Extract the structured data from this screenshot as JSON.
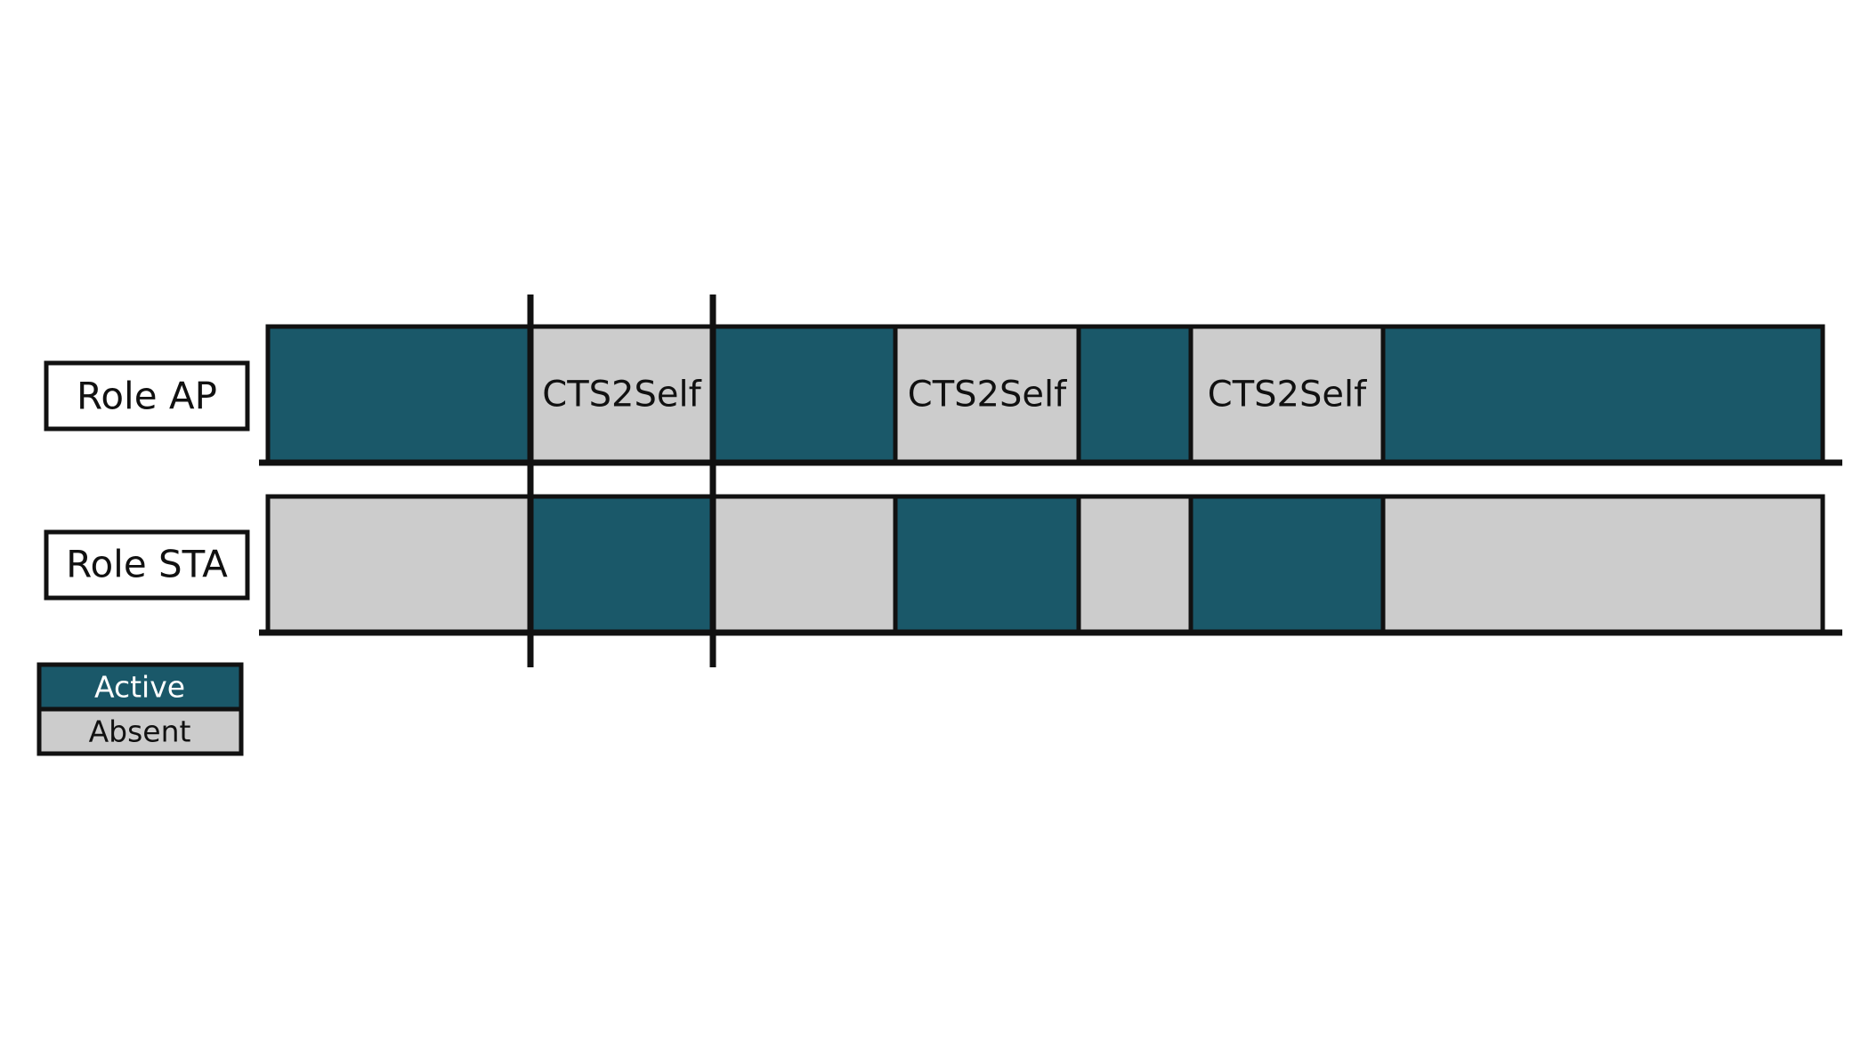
{
  "colors": {
    "active": "#1a5869",
    "absent": "#cccccc",
    "line": "#111111",
    "background": "#ffffff"
  },
  "rows": [
    {
      "label": "Role AP",
      "segments": [
        {
          "state": "active",
          "text": ""
        },
        {
          "state": "absent",
          "text": "CTS2Self"
        },
        {
          "state": "active",
          "text": ""
        },
        {
          "state": "absent",
          "text": "CTS2Self"
        },
        {
          "state": "active",
          "text": ""
        },
        {
          "state": "absent",
          "text": "CTS2Self"
        },
        {
          "state": "active",
          "text": ""
        }
      ]
    },
    {
      "label": "Role STA",
      "segments": [
        {
          "state": "absent",
          "text": ""
        },
        {
          "state": "active",
          "text": ""
        },
        {
          "state": "absent",
          "text": ""
        },
        {
          "state": "active",
          "text": ""
        },
        {
          "state": "absent",
          "text": ""
        },
        {
          "state": "active",
          "text": ""
        },
        {
          "state": "absent",
          "text": ""
        }
      ]
    }
  ],
  "legend": {
    "active_label": "Active",
    "absent_label": "Absent"
  }
}
